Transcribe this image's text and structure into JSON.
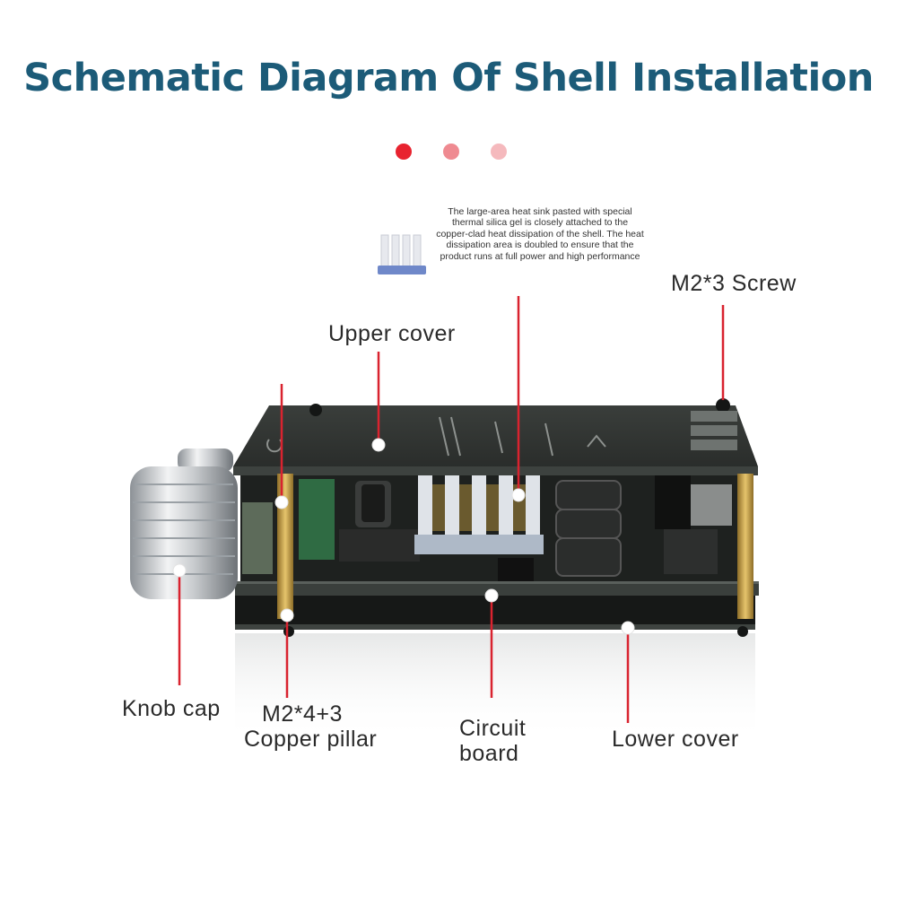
{
  "header": {
    "title": "Schematic Diagram Of Shell Installation"
  },
  "pager": {
    "dots": [
      "active",
      "inactive",
      "inactive"
    ]
  },
  "callouts": {
    "heat_sink_note": "The large-area heat sink pasted with special thermal silica gel is closely attached to the copper-clad heat dissipation of the shell. The heat dissipation area is doubled to ensure that the product runs at full power and high performance",
    "m2x3_screw": "M2*3 Screw",
    "upper_cover": "Upper cover",
    "knob_cap": "Knob cap",
    "copper_pillar_line1": "M2*4+3",
    "copper_pillar_line2": "Copper pillar",
    "circuit_board_line1": "Circuit",
    "circuit_board_line2": "board",
    "lower_cover": "Lower cover"
  },
  "colors": {
    "title": "#1c5b78",
    "leader_line": "#d9232f",
    "dot_active": "#e8232f",
    "dot_inactive_1": "#ef8a91",
    "dot_inactive_2": "#f5b9bd",
    "shell": "#2e3230",
    "brass": "#c9a24a",
    "heatsink": "#aeb9c7"
  }
}
